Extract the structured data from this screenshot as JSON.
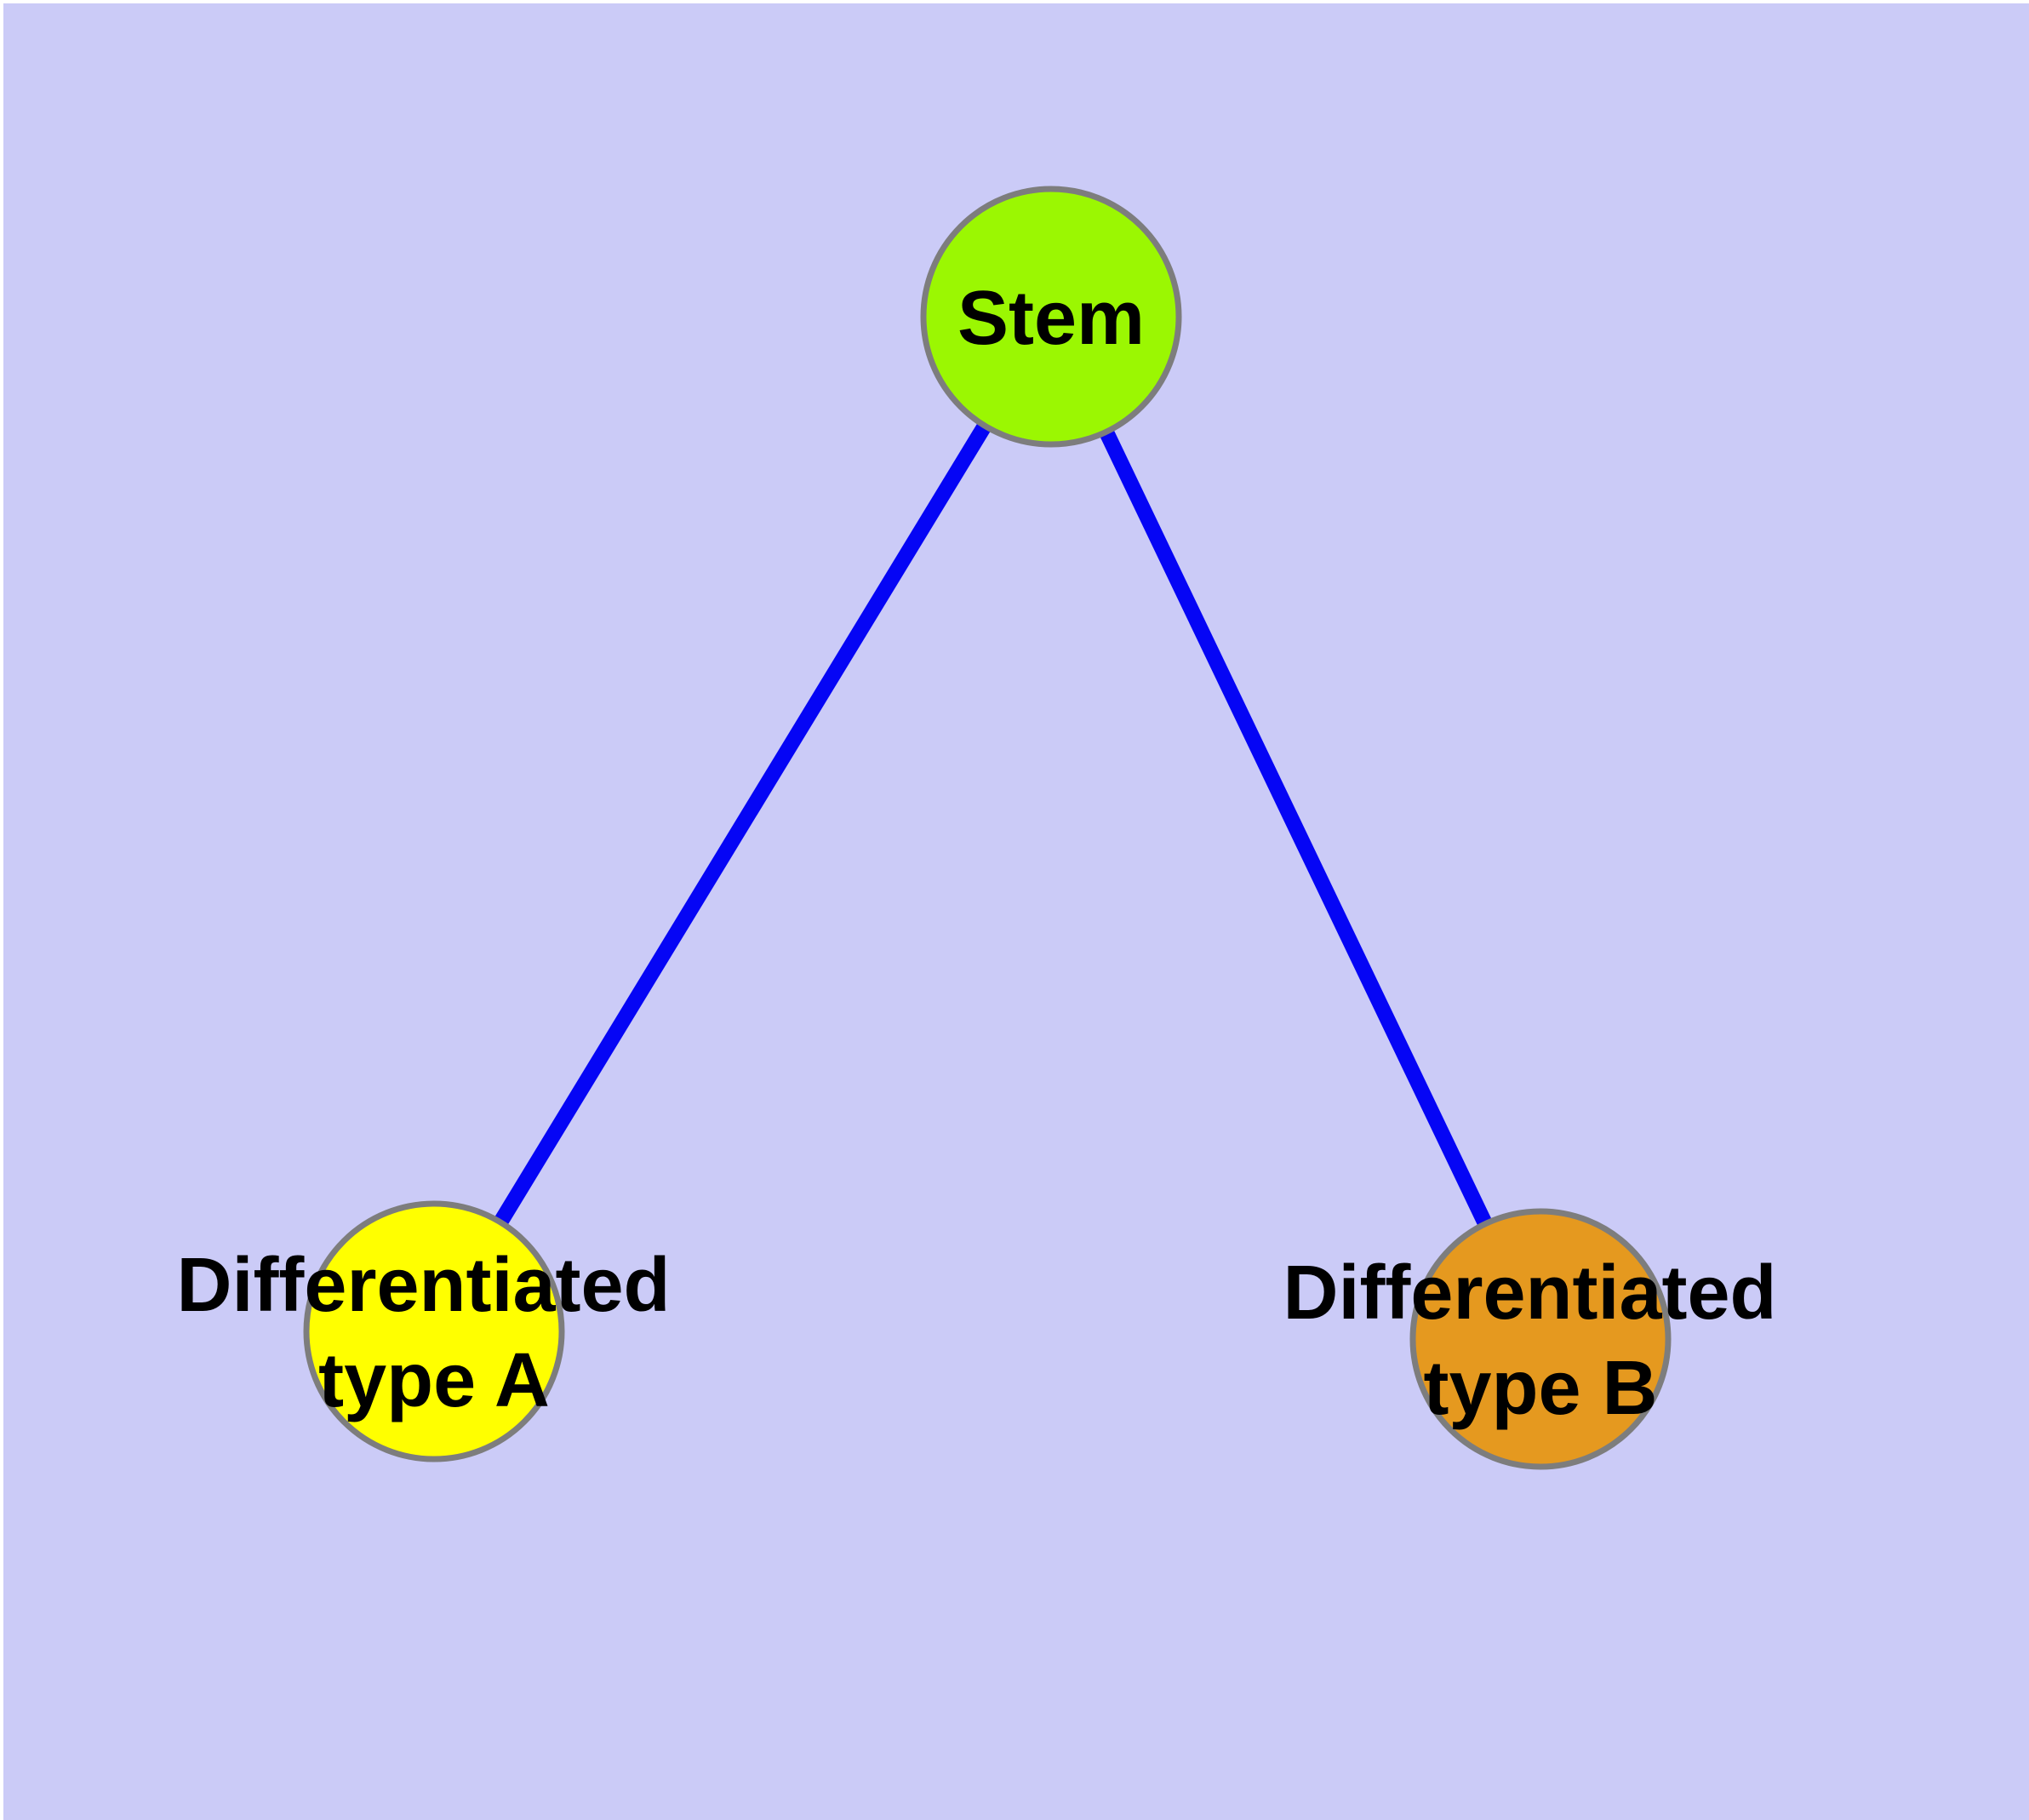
{
  "diagram": {
    "title": "",
    "background_color": "#cbcbf7",
    "frame_color": "#ffffff",
    "node_border_color": "#7d7d7d",
    "text_color": "#000000",
    "nodes": {
      "stem": {
        "id": "stem",
        "label": "Stem",
        "fill": "#9bf702"
      },
      "type_a": {
        "id": "type_a",
        "label_line1": "Differentiated",
        "label_line2": "type A",
        "fill": "#ffff00"
      },
      "type_b": {
        "id": "type_b",
        "label_line1": "Differentiated",
        "label_line2": "type B",
        "fill": "#e5991f"
      }
    },
    "edges": {
      "color": "#0505f5",
      "items": [
        {
          "from": "Stem",
          "to": "Differentiated type A"
        },
        {
          "from": "Stem",
          "to": "Differentiated type B"
        }
      ]
    }
  }
}
